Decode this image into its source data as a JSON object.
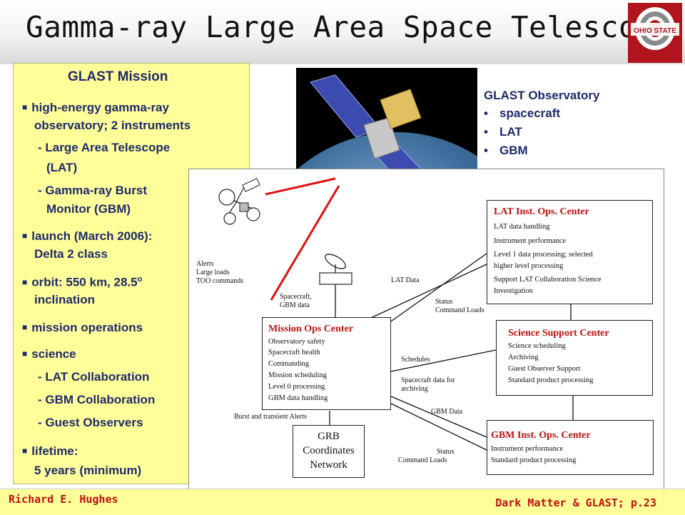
{
  "slide": {
    "title": "Gamma-ray Large Area Space Telescope",
    "logo_text": "OHIO STATE"
  },
  "mission": {
    "title": "GLAST Mission",
    "lines": [
      "high-energy gamma-ray",
      "observatory; 2 instruments",
      "- Large Area Telescope",
      "(LAT)",
      "- Gamma-ray Burst",
      "Monitor (GBM)",
      "launch (March 2006):",
      "Delta 2 class",
      "orbit: 550 km, 28.5",
      "inclination",
      "mission operations",
      "science",
      "- LAT Collaboration",
      "- GBM Collaboration",
      "- Guest Observers",
      "lifetime:",
      "5 years (minimum)"
    ],
    "degree_mark": "o"
  },
  "observatory": {
    "title": "GLAST Observatory",
    "items": [
      "spacecraft",
      "LAT",
      "GBM"
    ]
  },
  "diagram": {
    "alerts_lines": [
      "Alerts",
      "Large loads",
      "TOO commands"
    ],
    "spacecraft_data_lines": [
      "Spacecraft,",
      "GBM data"
    ],
    "lat_data": "LAT Data",
    "status_cmd_top": [
      "Status",
      "Command Loads"
    ],
    "schedules": "Schedules",
    "sc_data_archiving": [
      "Spacecraft data for",
      "archiving"
    ],
    "gbm_data": "GBM Data",
    "status_cmd_bottom": [
      "Status",
      "Command Loads"
    ],
    "burst_alerts": "Burst and transient Alerts",
    "moc": {
      "title": "Mission Ops Center",
      "items": [
        "Observatory safety",
        "Spacecraft health",
        "Commanding",
        "Mission scheduling",
        "Level 0 processing",
        "GBM data handling"
      ]
    },
    "lat_ioc": {
      "title": "LAT Inst. Ops. Center",
      "items": [
        "LAT data handling",
        "Instrument performance",
        "Level 1 data processing; selected",
        "higher level processing",
        "Support LAT Collaboration Science",
        "Investigation"
      ]
    },
    "ssc": {
      "title": "Science Support Center",
      "items": [
        "Science scheduling",
        "Archiving",
        "Guest Observer Support",
        "Standard product processing"
      ]
    },
    "gbm_ioc": {
      "title": "GBM Inst. Ops. Center",
      "items": [
        "Instrument performance",
        "Standard product processing"
      ]
    },
    "grb": [
      "GRB",
      "Coordinates",
      "Network"
    ]
  },
  "footer": {
    "author": "Richard E. Hughes",
    "talk": "Dark Matter & GLAST; p.23"
  },
  "colors": {
    "accent_red": "#c01010",
    "panel_yellow": "#ffff9a",
    "text_navy": "#1f2a6b"
  }
}
